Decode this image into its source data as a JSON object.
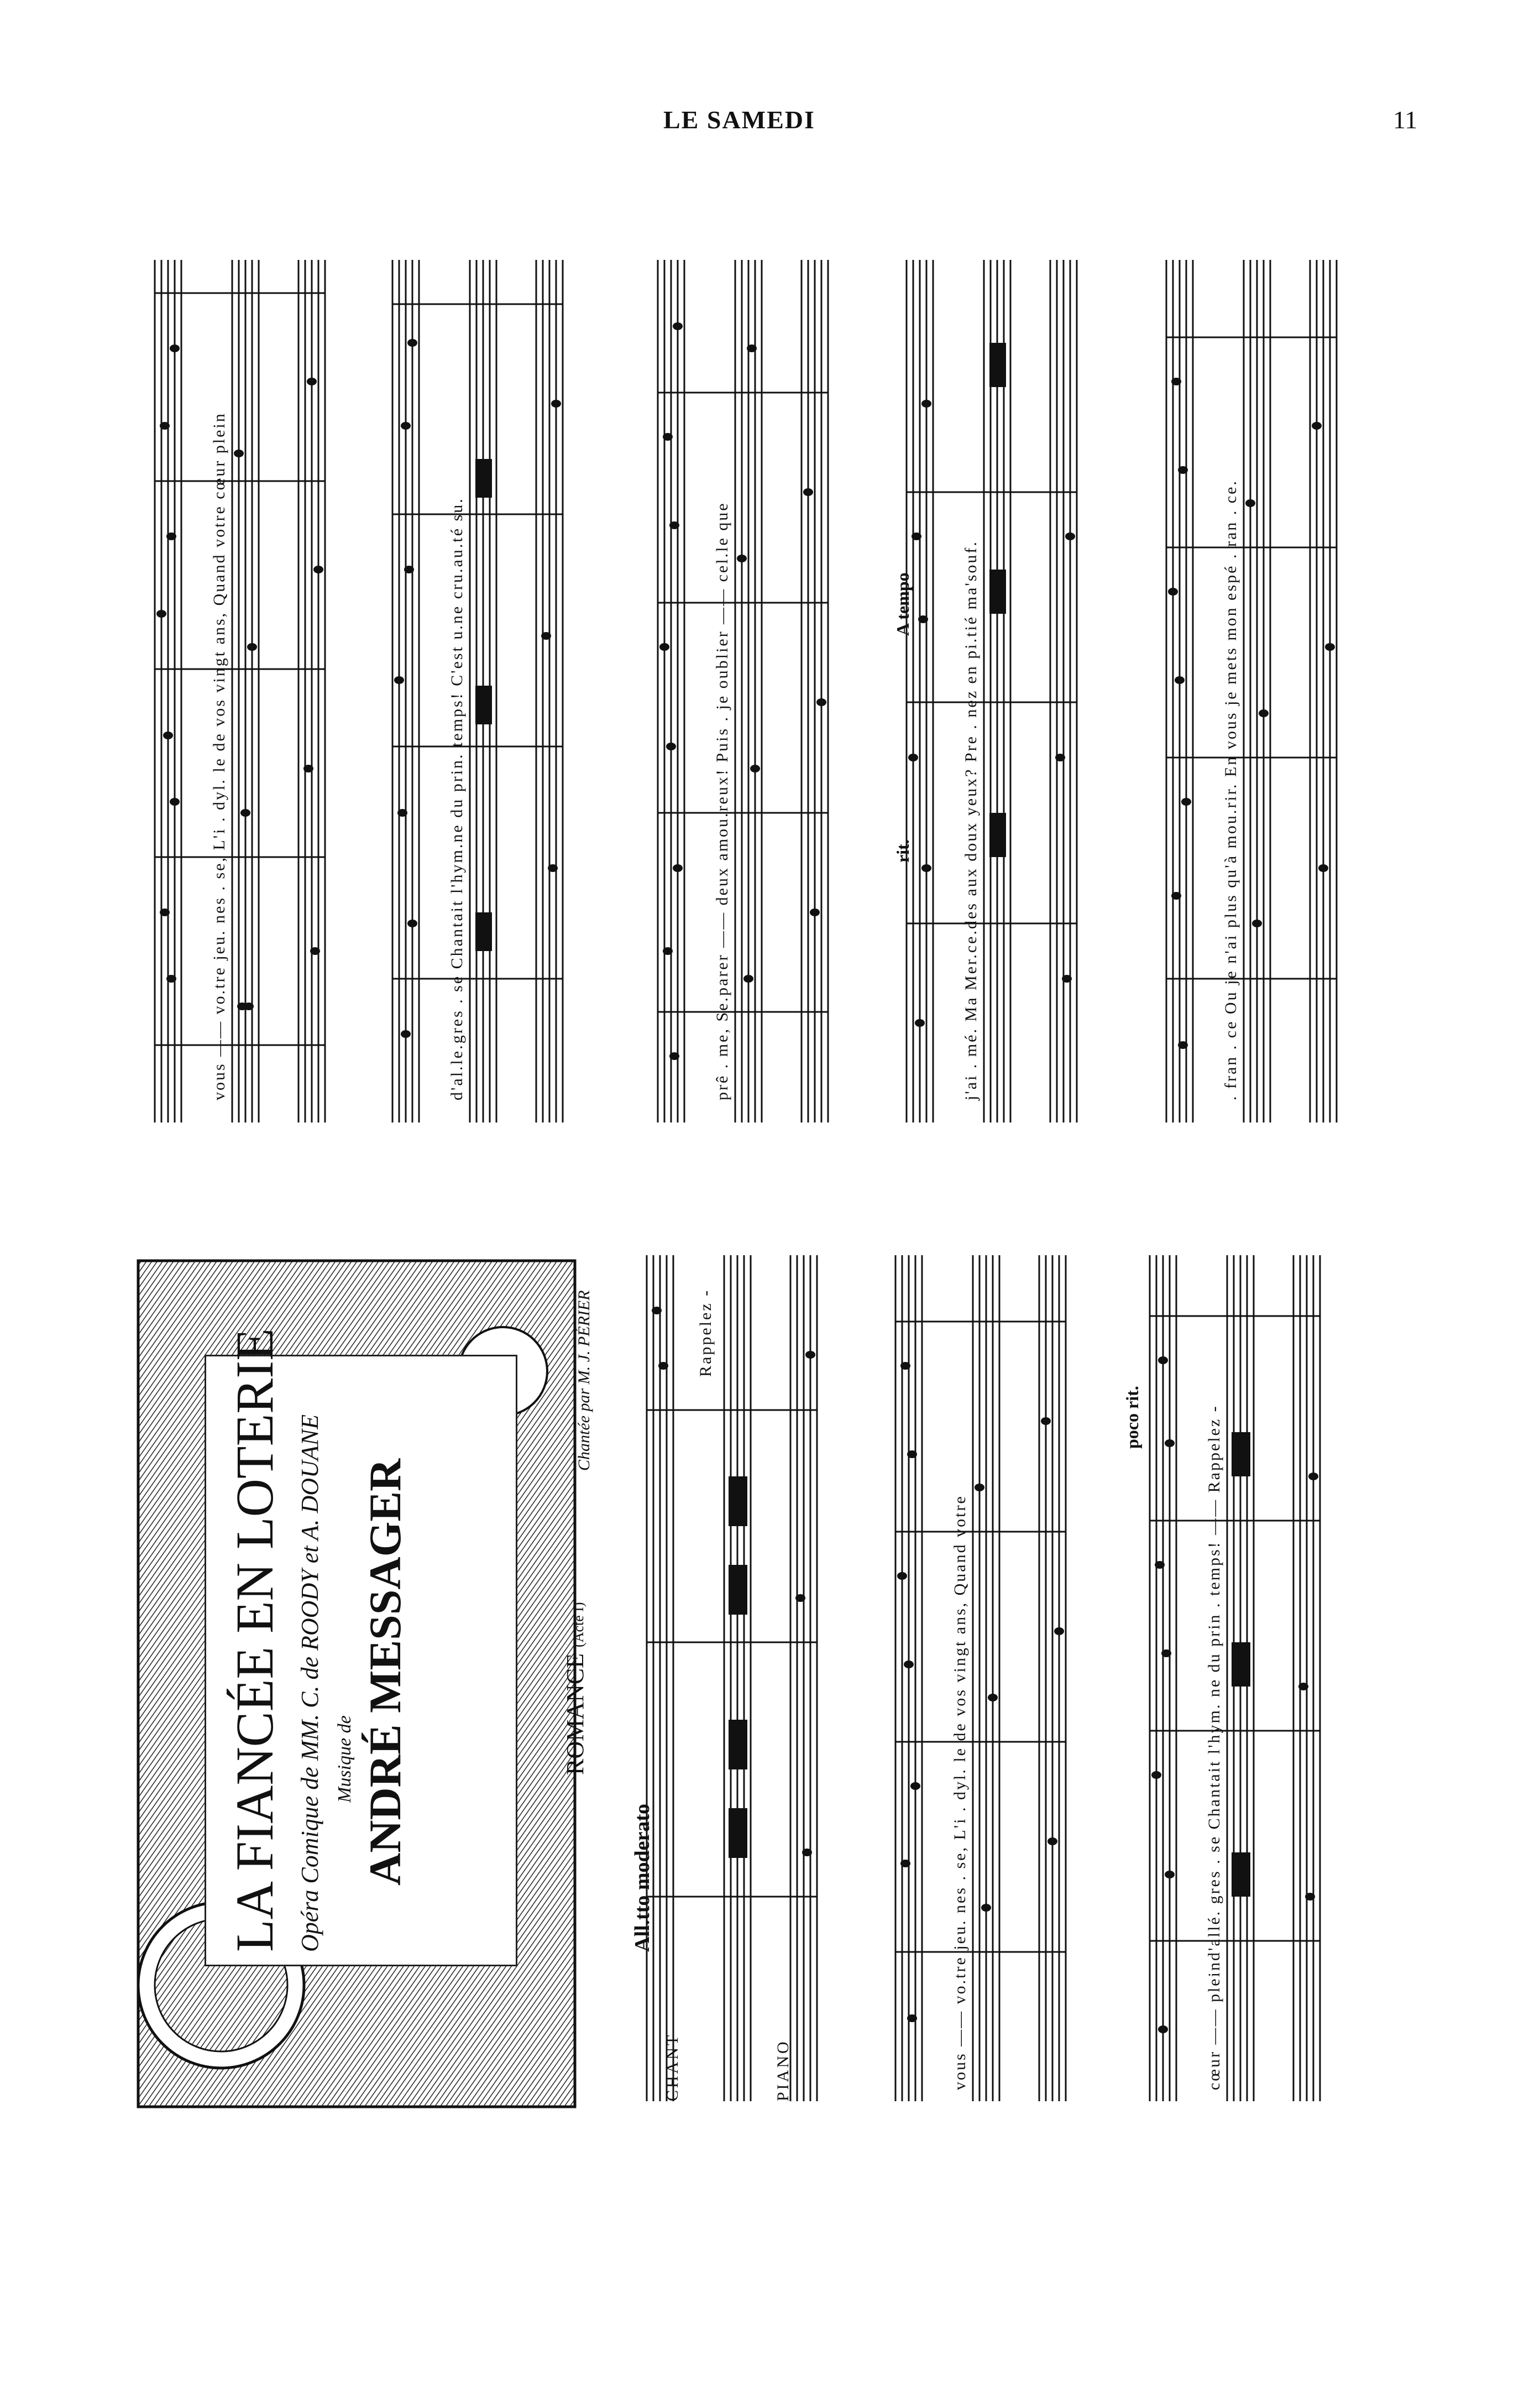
{
  "header": {
    "title": "LE SAMEDI",
    "page_number": "11"
  },
  "title_plate": {
    "title": "LA FIANCÉE EN LOTERIE",
    "subtitle": "Opéra Comique de MM. C. de ROODY et A. DOUANE",
    "music_by": "Musique de",
    "composer": "ANDRÉ MESSAGER"
  },
  "piece": {
    "heading": "ROMANCE",
    "act": "(Acte I)",
    "sung_by": "Chantée par M. J. PÉRIER",
    "tempo": "All.tto moderato",
    "parts": [
      "CHANT",
      "PIANO"
    ]
  },
  "systems_bottom": [
    {
      "lyrics": "Rappelez -",
      "marks": []
    },
    {
      "lyrics": "vous —— vo.tre jeu. nes . se, L'i . dyl. le de vos vingt ans, Quand votre",
      "marks": []
    },
    {
      "lyrics": "cœur —— pleind'allé. gres . se Chantait l'hym. ne du prin . temps! —— Rappelez -",
      "marks": [
        "poco rit."
      ]
    }
  ],
  "systems_top": [
    {
      "lyrics": "vous —— vo.tre jeu. nes . se, L'i . dyl. le de vos vingt ans, Quand votre cœur plein",
      "marks": []
    },
    {
      "lyrics": "d'al.le.gres . se Chantait l'hym.ne du prin. temps! C'est u.ne cru.au.té su.",
      "marks": []
    },
    {
      "lyrics": "prê . me, Se.parer —— deux amou.reux! Puis . je oublier —— cel.le que",
      "marks": []
    },
    {
      "lyrics": "j'ai . mé. Ma Mer.ce.des aux doux yeux? Pre . nez en pi.tié ma'souf.",
      "marks": [
        "rit.",
        "A tempo"
      ]
    },
    {
      "lyrics": ". fran . ce Ou je n'ai plus qu'à mou.rir. En vous je mets mon espé . ran . ce.",
      "marks": []
    }
  ]
}
